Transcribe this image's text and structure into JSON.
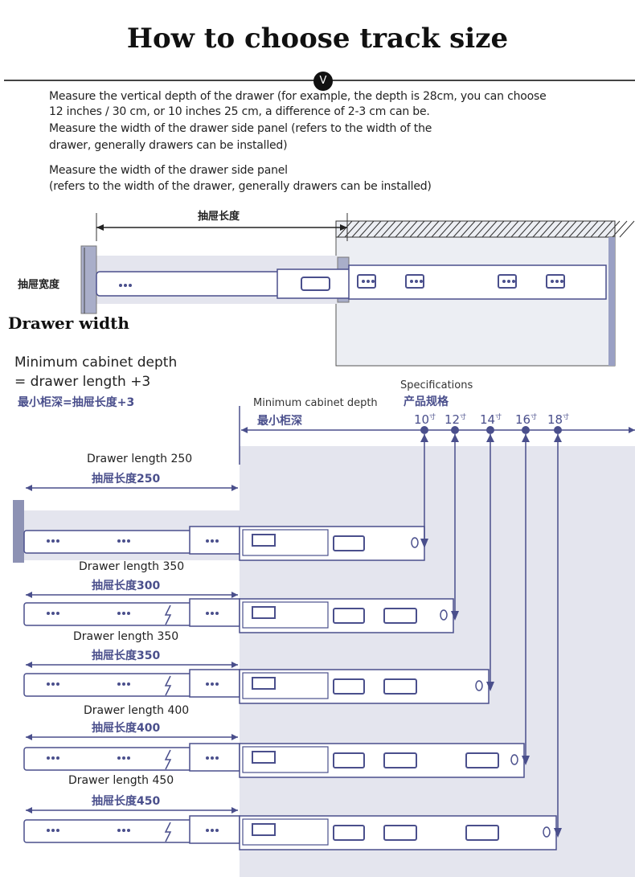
{
  "title": "How to choose track size",
  "divider_icon": "chevron-down-icon",
  "description": {
    "p1": [
      "Measure the vertical depth of the drawer (for example, the depth is 28cm, you can choose",
      "12 inches / 30 cm, or 10 inches 25 cm, a difference of 2-3 cm can be.",
      "Measure the width of the drawer side panel (refers to the width of the",
      " drawer, generally drawers can be installed)"
    ],
    "p2": [
      "Measure the width of the drawer side panel",
      "(refers to the width of the drawer, generally drawers can be installed)"
    ]
  },
  "top_diagram": {
    "drawer_length_cn": "抽屉长度",
    "drawer_width_cn": "抽屉宽度",
    "drawer_width_en": "Drawer width"
  },
  "formula": {
    "line1": "Minimum cabinet depth",
    "line2": "= drawer length +3",
    "cn": "最小柜深=抽屉长度+3"
  },
  "axis": {
    "min_depth_en": "Minimum cabinet depth",
    "min_depth_cn": "最小柜深",
    "spec_en": "Specifications",
    "spec_cn": "产品规格",
    "unit": "寸",
    "sizes": [
      "10",
      "12",
      "14",
      "16",
      "18"
    ]
  },
  "rails": [
    {
      "label_en": "Drawer length 250",
      "label_cn": "抽屉长度250"
    },
    {
      "label_en": "Drawer length 350",
      "label_cn": "抽屉长度300"
    },
    {
      "label_en": "Drawer length 350",
      "label_cn": "抽屉长度350"
    },
    {
      "label_en": "Drawer length 400",
      "label_cn": "抽屉长度400"
    },
    {
      "label_en": "Drawer length 450",
      "label_cn": "抽屉长度450"
    }
  ],
  "colors": {
    "accent": "#4a4f8c",
    "panel": "#e4e5ee"
  }
}
